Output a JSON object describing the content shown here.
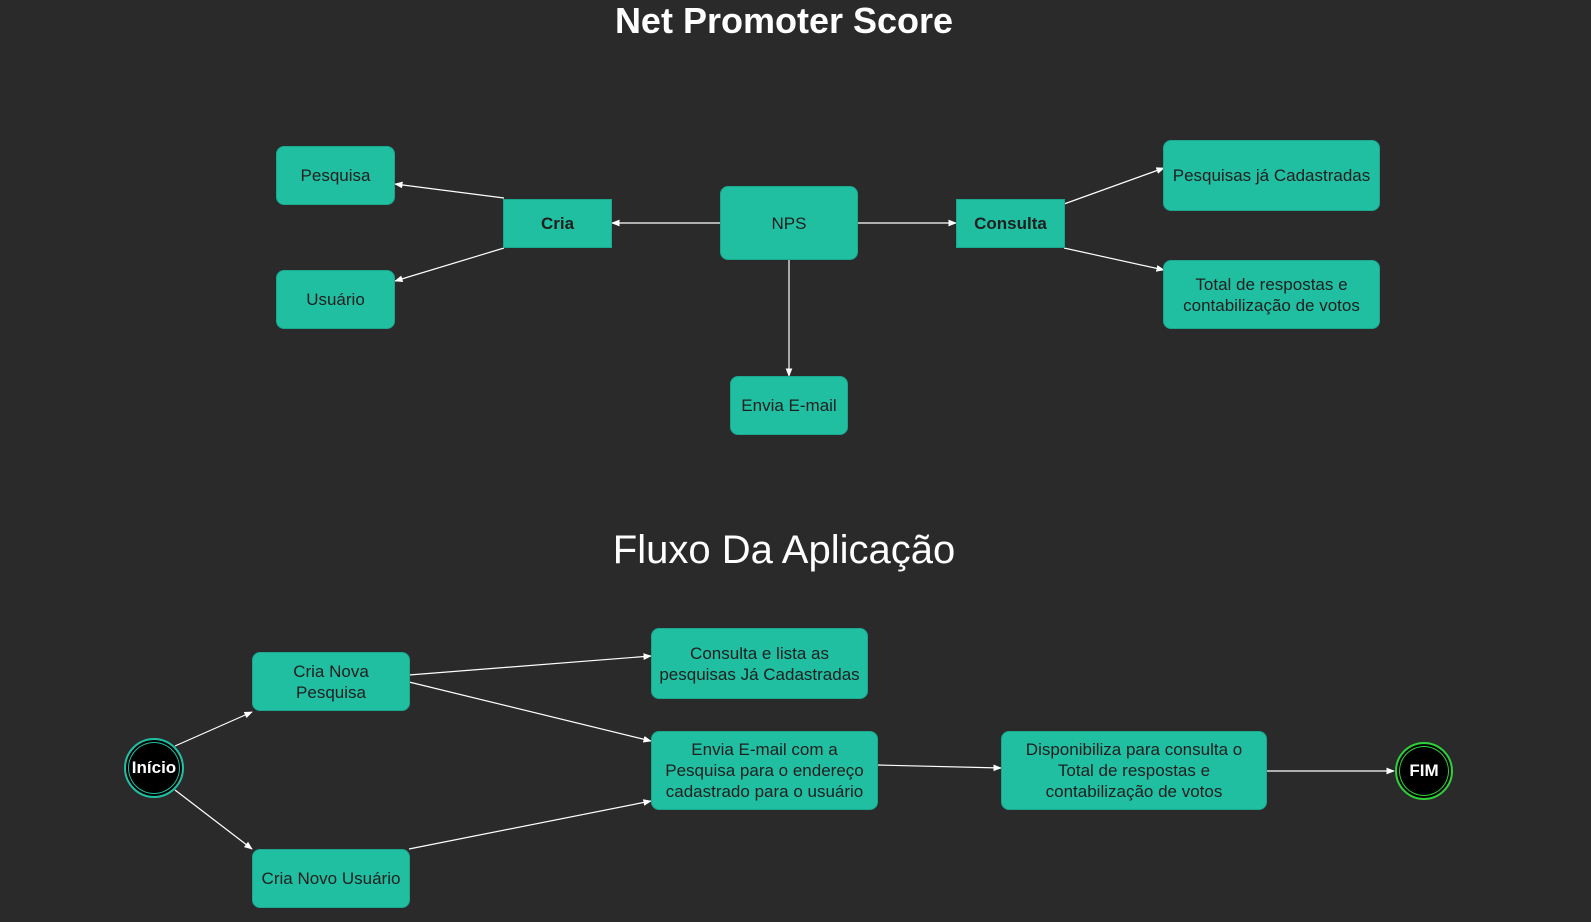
{
  "titles": {
    "nps": "Net Promoter Score",
    "fluxo": "Fluxo Da Aplicação"
  },
  "nps_diagram": {
    "center": "NPS",
    "cria": "Cria",
    "consulta": "Consulta",
    "pesquisa": "Pesquisa",
    "usuario": "Usuário",
    "envia_email": "Envia E-mail",
    "pesquisas_cadastradas": "Pesquisas já Cadastradas",
    "total_respostas": "Total de respostas e contabilização de votos"
  },
  "flow_diagram": {
    "start": "Início",
    "end": "FIM",
    "cria_pesquisa": "Cria Nova Pesquisa",
    "cria_usuario": "Cria Novo Usuário",
    "consulta_lista": "Consulta e lista as pesquisas Já Cadastradas",
    "envia_email": "Envia E-mail com a Pesquisa para o endereço cadastrado para o usuário",
    "disponibiliza": "Disponibiliza para consulta o Total de respostas e contabilização de votos"
  },
  "colors": {
    "background": "#2a2a2a",
    "node_fill": "#20bfa2",
    "edge": "#ffffff",
    "start_ring": "#20bfa2",
    "end_ring": "#2fd13a"
  }
}
